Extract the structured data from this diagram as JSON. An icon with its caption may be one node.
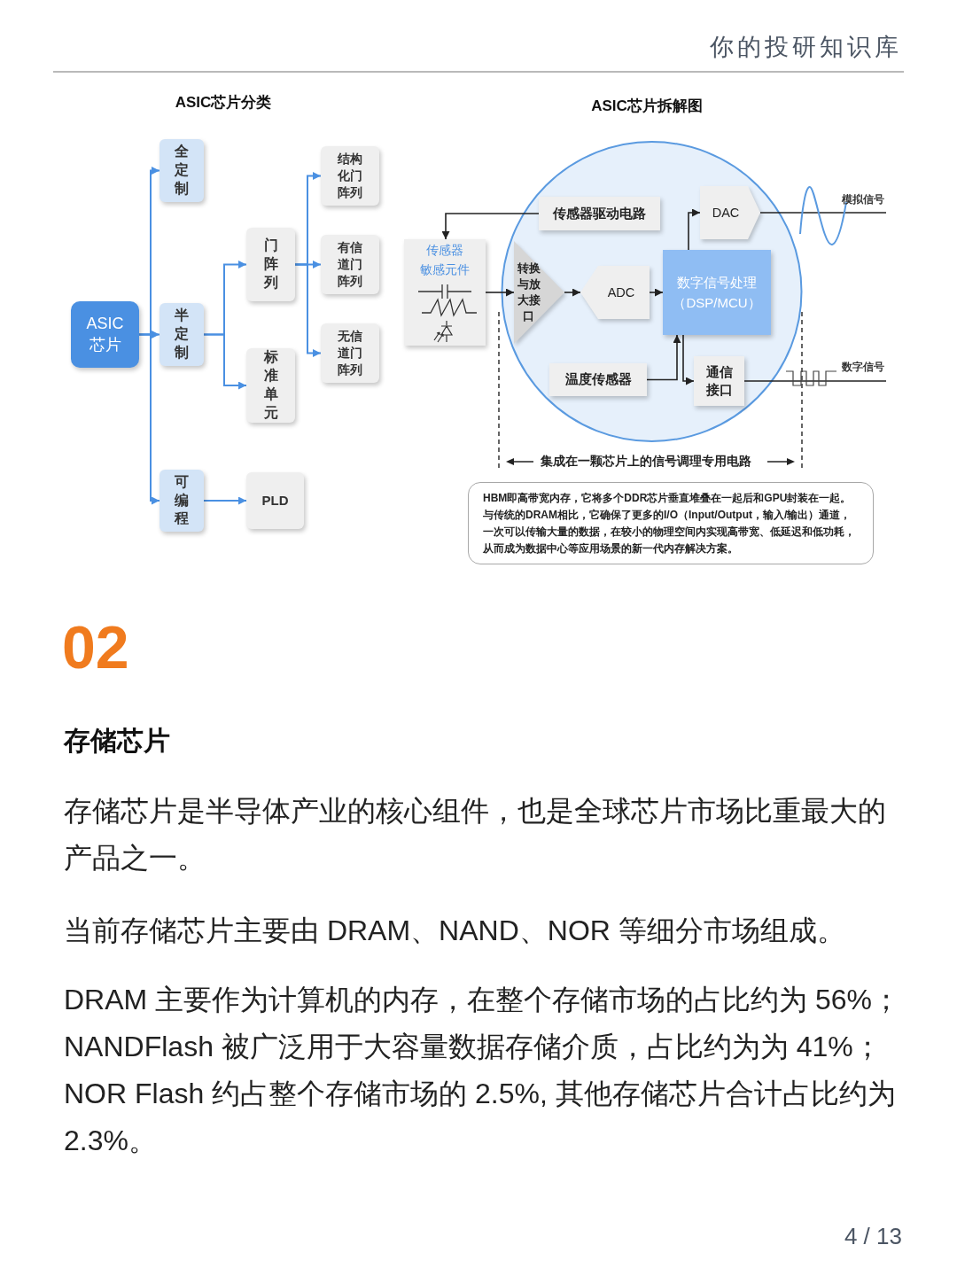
{
  "diagram": {
    "nodes": [
      {
        "text": [
          "ASIC芯片"
        ]
      },
      {
        "text": [
          "全定制"
        ]
      },
      {
        "text": [
          "半定制"
        ]
      },
      {
        "text": [
          "可编程"
        ]
      },
      {
        "text": [
          "门阵列"
        ]
      },
      {
        "text": [
          "标准单元"
        ]
      },
      {
        "text": [
          "PLD"
        ]
      },
      {
        "text": [
          "结构化门阵列"
        ]
      },
      {
        "text": [
          "有信道门阵列"
        ]
      },
      {
        "text": [
          "无信道门阵列"
        ]
      },
      {
        "text": [
          "传感器",
          "敏感元件"
        ]
      },
      {
        "text": [],
        "shape": "circle"
      },
      {
        "text": [
          "传感器驱动电路"
        ],
        "in": 11
      },
      {
        "text": [
          "DAC"
        ],
        "in": 11
      },
      {
        "text": [
          "转换与放大接口"
        ],
        "in": 11
      },
      {
        "text": [
          "ADC"
        ],
        "in": 11
      },
      {
        "text": [
          "数字信号处理",
          "（DSP/MCU）"
        ],
        "in": 11
      },
      {
        "text": [
          "温度传感器"
        ],
        "in": 11
      },
      {
        "text": [
          "通信接口"
        ],
        "in": 11
      },
      {
        "text": [
          "HBM即高带宽内存，它将多个DDR芯片垂直堆叠在一起后和GPU封装在一起。与传统的DRAM相比，它确保了更多的I/O（Input/Output，输入/输出）通道，一次可以传输大量的数据，在较小的物理空间内实现高带宽、低延迟和低功耗，从而成为数据中心等应用场景的新一代内存解决方案。"
        ]
      }
    ],
    "edges": [
      {
        "from": 0,
        "to": 1,
        "arrow": "to"
      },
      {
        "from": 0,
        "to": 2,
        "arrow": "to"
      },
      {
        "from": 0,
        "to": 3,
        "arrow": "to"
      },
      {
        "from": 2,
        "to": 4,
        "arrow": "to"
      },
      {
        "from": 2,
        "to": 5,
        "arrow": "to"
      },
      {
        "from": 3,
        "to": 6,
        "arrow": "to"
      },
      {
        "from": 4,
        "to": 7,
        "arrow": "to"
      },
      {
        "from": 4,
        "to": 8,
        "arrow": "to"
      },
      {
        "from": 4,
        "to": 9,
        "arrow": "to"
      },
      {
        "from": 12,
        "to": 10,
        "arrow": "to",
        "color": "#222222"
      },
      {
        "from": 10,
        "to": 14,
        "arrow": "to",
        "color": "#222222"
      },
      {
        "from": 14,
        "to": 15,
        "arrow": "to",
        "color": "#222222"
      },
      {
        "from": 15,
        "to": 16,
        "arrow": "to",
        "color": "#222222"
      },
      {
        "from": 16,
        "to": 13,
        "arrow": "to",
        "color": "#222222"
      },
      {
        "from": 13,
        "to": null,
        "arrow": "none",
        "label": "模拟信号",
        "color": "#222222"
      },
      {
        "from": 17,
        "to": 16,
        "arrow": "to",
        "color": "#222222"
      },
      {
        "from": 16,
        "to": 18,
        "arrow": "to",
        "color": "#222222"
      },
      {
        "from": 18,
        "to": null,
        "arrow": "none",
        "label": "数字信号",
        "color": "#222222"
      }
    ],
    "labels": [
      "你的投研知识库",
      "ASIC芯片分类",
      "ASIC芯片拆解图",
      "集成在一颗芯片上的信号调理专用电路",
      "02",
      "存储芯片",
      "存储芯片是半导体产业的核心组件，也是全球芯片市场比重最大的产品之一。",
      "当前存储芯片主要由 DRAM、NAND、NOR 等细分市场组成。",
      "DRAM 主要作为计算机的内存，在整个存储市场的占比约为 56%；NANDFlash 被广泛用于大容量数据存储介质，占比约为为 41%；NOR Flash 约占整个存储市场的 2.5%, 其他存储芯片合计占比约为 2.3%。",
      "4 / 13"
    ]
  }
}
